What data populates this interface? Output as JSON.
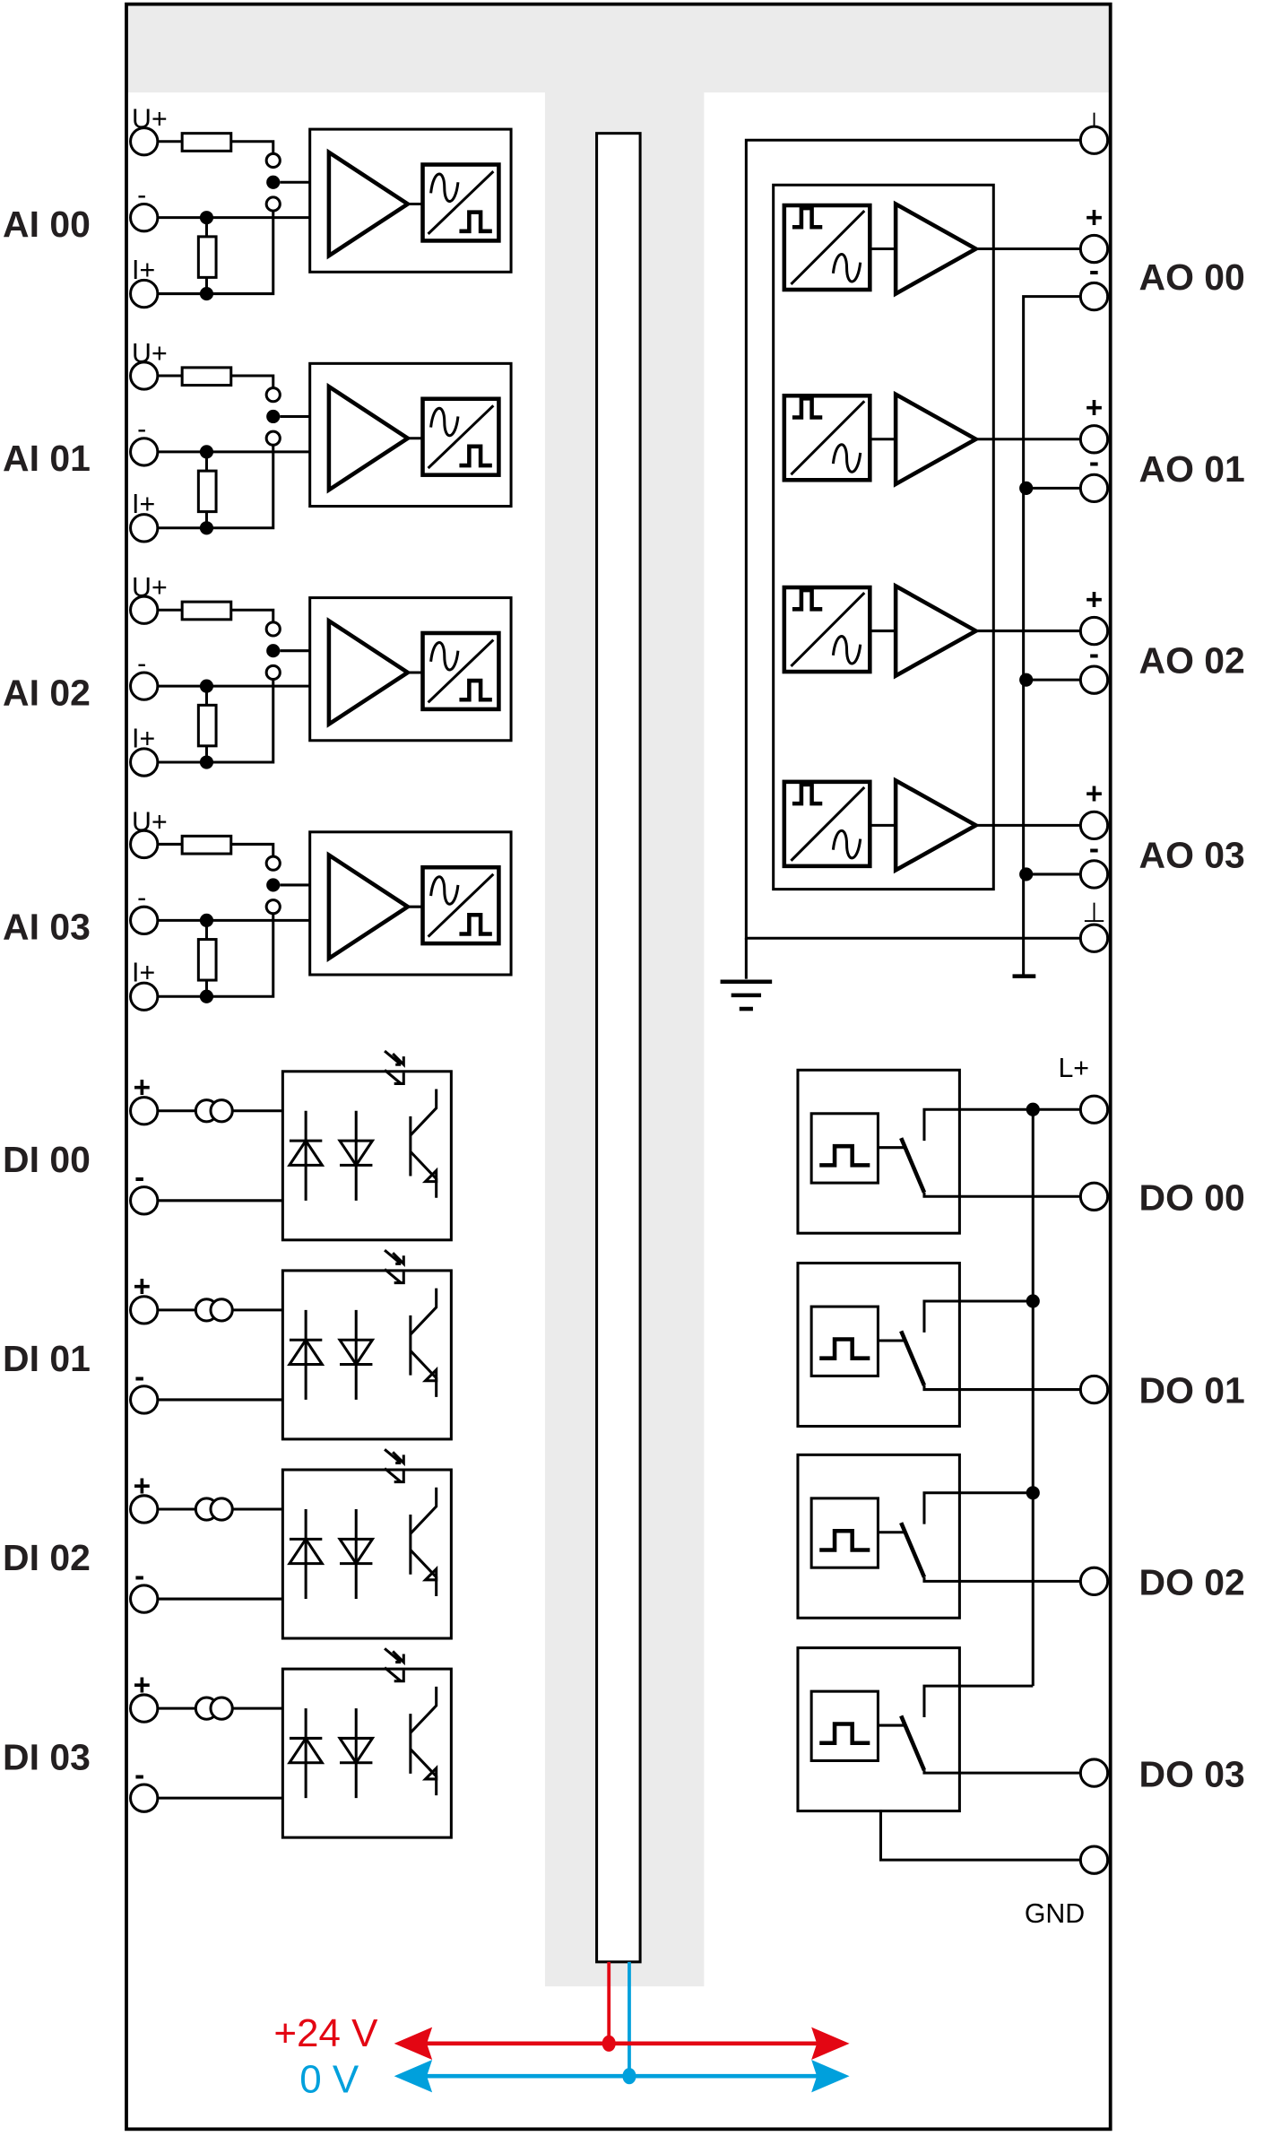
{
  "colors": {
    "positive_rail": "#e30613",
    "zero_rail": "#00a0dc",
    "backplane_gray": "#ebebeb",
    "line": "#000000",
    "label": "#231f20"
  },
  "analog_inputs": {
    "channels": [
      "AI 00",
      "AI 01",
      "AI 02",
      "AI 03"
    ],
    "terminal_labels": {
      "voltage": "U+",
      "minus": "-",
      "current": "I+"
    }
  },
  "analog_outputs": {
    "channels": [
      "AO 00",
      "AO 01",
      "AO 02",
      "AO 03"
    ],
    "terminal_labels": {
      "plus": "+",
      "minus": "-",
      "shield": "⊥"
    }
  },
  "digital_inputs": {
    "channels": [
      "DI 00",
      "DI 01",
      "DI 02",
      "DI 03"
    ],
    "terminal_labels": {
      "plus": "+",
      "minus": "-"
    }
  },
  "digital_outputs": {
    "channels": [
      "DO 00",
      "DO 01",
      "DO 02",
      "DO 03"
    ],
    "supply_label": "L+",
    "ground_label": "GND"
  },
  "power": {
    "positive_label": "+24 V",
    "zero_label": "0 V"
  }
}
